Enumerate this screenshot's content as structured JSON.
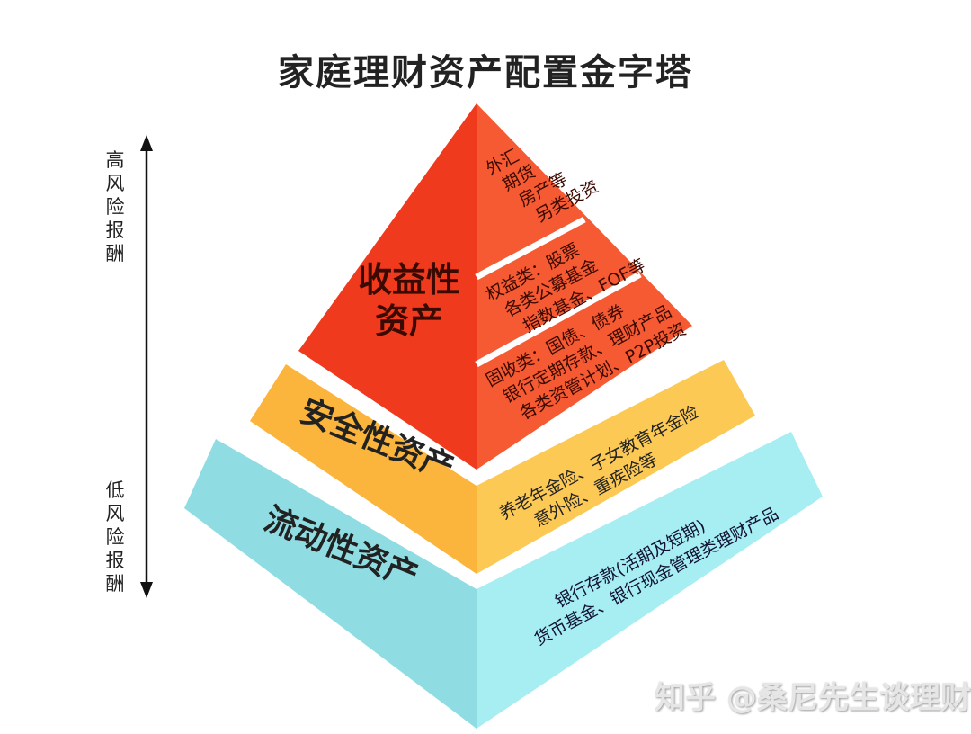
{
  "title": "家庭理财资产配置金字塔",
  "axis": {
    "top_label": "高风险报酬",
    "bottom_label": "低风险报酬"
  },
  "tiers": [
    {
      "name": "收益性资产",
      "color": "#f03a1e",
      "right_color": "#f65a33",
      "items": [
        [
          "外汇",
          "期货",
          "房产等",
          "另类投资"
        ],
        [
          "权益类：股票",
          "各类公募基金",
          "指数基金、FOF等"
        ],
        [
          "固收类：国债、债券",
          "银行定期存款、理财产品",
          "各类资管计划、P2P投资"
        ]
      ]
    },
    {
      "name": "安全性资产",
      "color": "#fbb43c",
      "right_color": "#fcc955",
      "items": [
        [
          "养老年金险、子女教育年金险",
          "意外险、重疾险等"
        ]
      ]
    },
    {
      "name": "流动性资产",
      "color": "#8fdde3",
      "right_color": "#a6eef2",
      "items": [
        [
          "银行存款(活期及短期)",
          "货币基金、银行现金管理类理财产品"
        ]
      ]
    }
  ],
  "watermark": "知乎 @桑尼先生谈理财"
}
